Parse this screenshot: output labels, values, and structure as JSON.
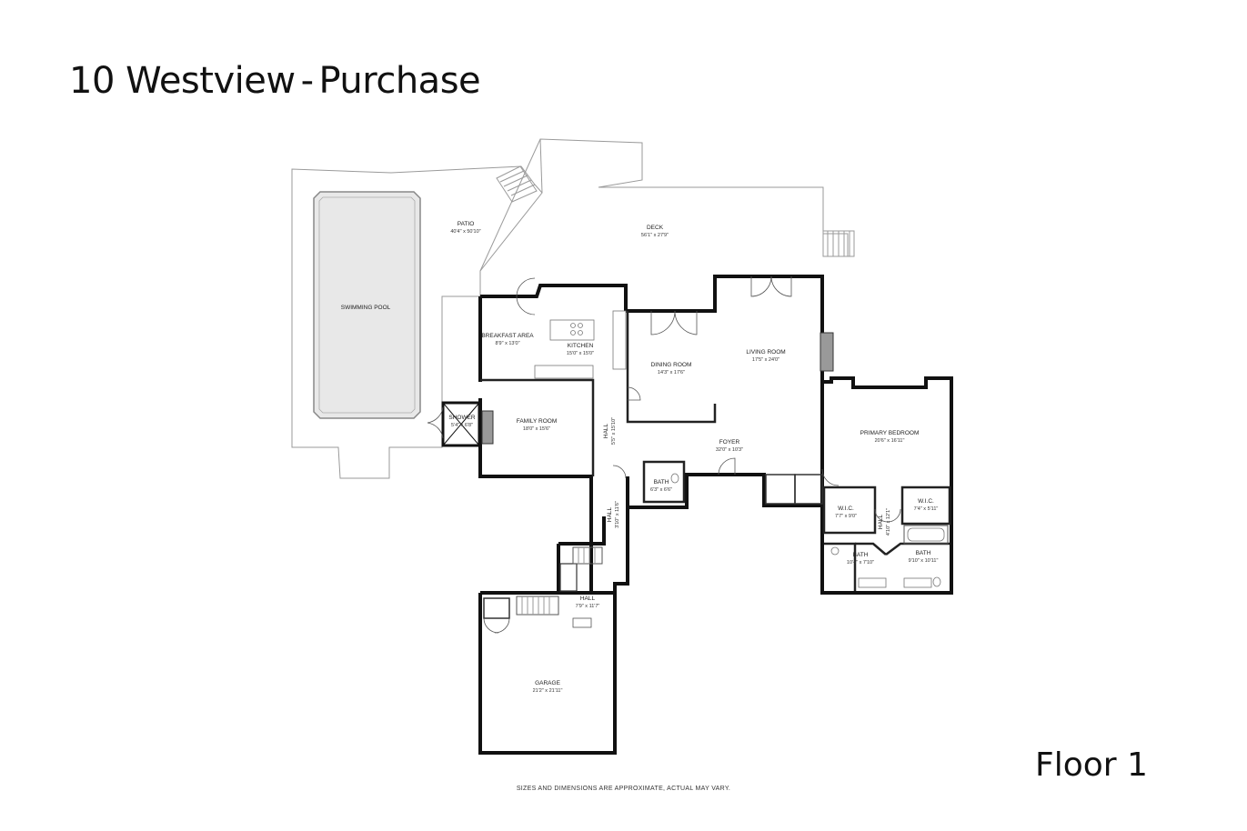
{
  "header": {
    "address": "10 Westview",
    "separator": "-",
    "suffix": "Purchase"
  },
  "floor_label": "Floor 1",
  "disclaimer": "SIZES AND DIMENSIONS ARE APPROXIMATE, ACTUAL MAY VARY.",
  "rooms": {
    "patio": {
      "name": "PATIO",
      "dims": "40'4\" x 50'10\""
    },
    "deck": {
      "name": "DECK",
      "dims": "56'1\" x 27'9\""
    },
    "pool": {
      "name": "SWIMMING POOL",
      "dims": ""
    },
    "breakfast": {
      "name": "BREAKFAST AREA",
      "dims": "8'9\" x 13'0\""
    },
    "kitchen": {
      "name": "KITCHEN",
      "dims": "15'0\" x 15'0\""
    },
    "dining": {
      "name": "DINING ROOM",
      "dims": "14'3\" x 17'6\""
    },
    "living": {
      "name": "LIVING ROOM",
      "dims": "17'5\" x 24'0\""
    },
    "shower": {
      "name": "SHOWER",
      "dims": "5'4\" x 6'8\""
    },
    "family": {
      "name": "FAMILY ROOM",
      "dims": "18'0\" x 15'6\""
    },
    "hall1": {
      "name": "HALL",
      "dims": "5'5\" x 15'10\""
    },
    "foyer": {
      "name": "FOYER",
      "dims": "32'0\" x 10'3\""
    },
    "bath1": {
      "name": "BATH",
      "dims": "6'3\" x 6'6\""
    },
    "hall2": {
      "name": "HALL",
      "dims": "3'10\" x 11'6\""
    },
    "hall3": {
      "name": "HALL",
      "dims": "7'9\" x 11'7\""
    },
    "garage": {
      "name": "GARAGE",
      "dims": "21'2\" x 21'11\""
    },
    "primary": {
      "name": "PRIMARY BEDROOM",
      "dims": "20'6\" x 16'11\""
    },
    "wic1": {
      "name": "W.I.C.",
      "dims": "7'7\" x 9'0\""
    },
    "hall4": {
      "name": "HALL",
      "dims": "4'10\" x 12'1\""
    },
    "wic2": {
      "name": "W.I.C.",
      "dims": "7'4\" x 5'11\""
    },
    "bath2": {
      "name": "BATH",
      "dims": "10'4\" x 7'10\""
    },
    "bath3": {
      "name": "BATH",
      "dims": "9'10\" x 10'11\""
    }
  }
}
